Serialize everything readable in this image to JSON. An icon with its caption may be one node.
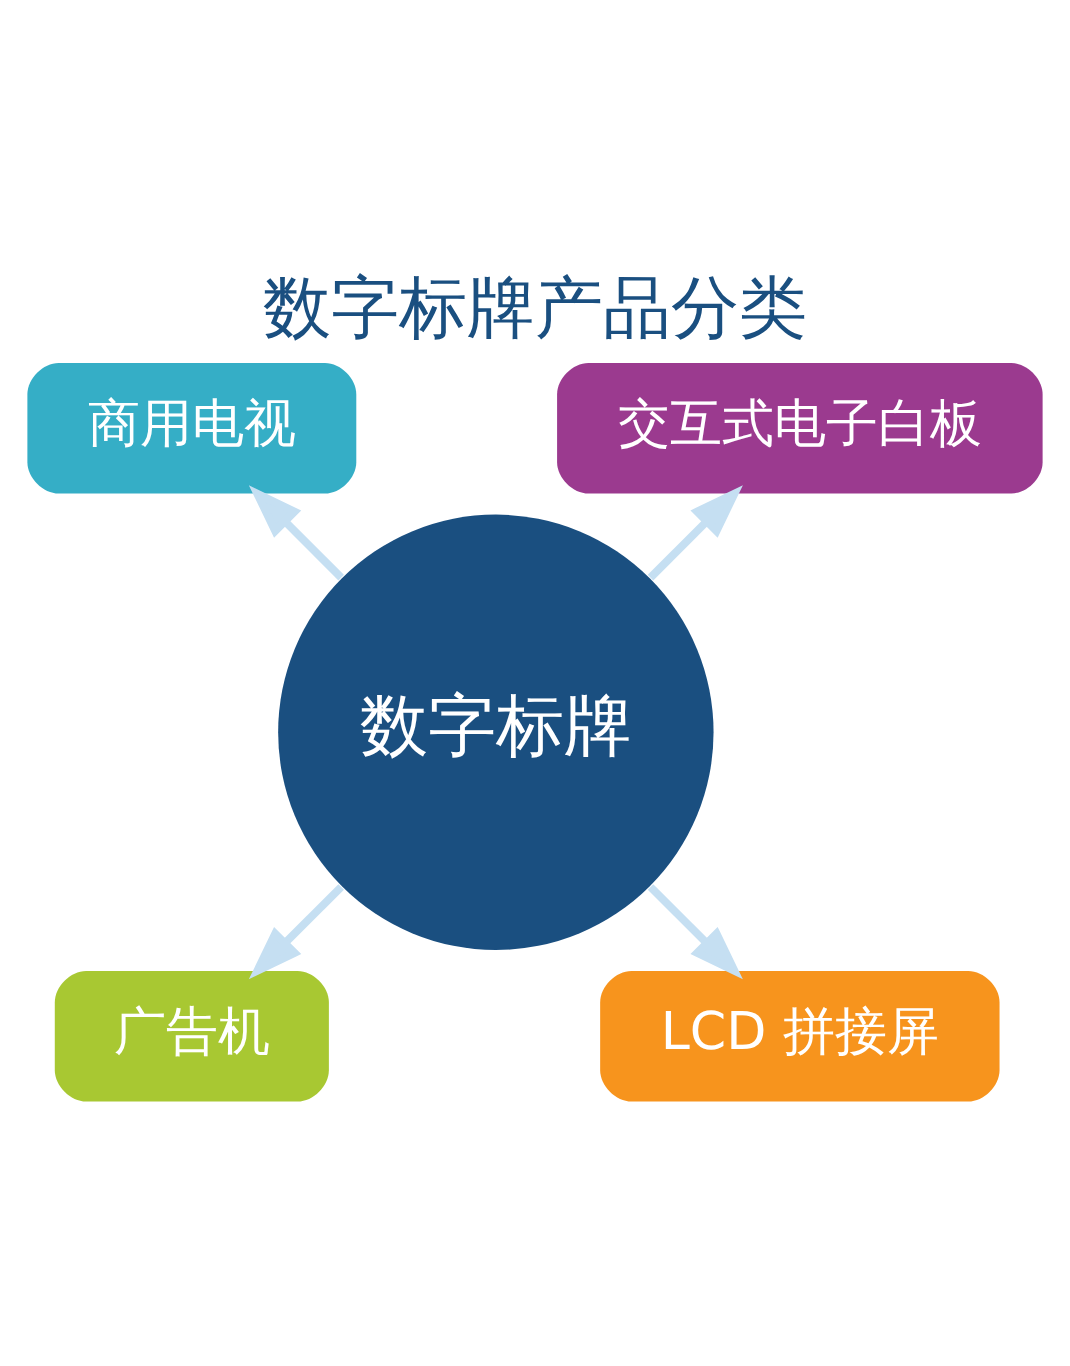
{
  "diagram": {
    "title": "数字标牌产品分类",
    "nodes": [
      {
        "text": [
          "交互式电子白板"
        ]
      },
      {
        "text": [
          "商用电视"
        ]
      },
      {
        "text": [
          "数字标牌"
        ]
      },
      {
        "text": [
          "广告机"
        ]
      },
      {
        "text": [
          "LCD 拼接屏"
        ]
      }
    ],
    "edges": [
      {
        "from": 2,
        "to": 0,
        "arrow": "to"
      },
      {
        "from": 2,
        "to": 1,
        "arrow": "to"
      },
      {
        "from": 2,
        "to": 3,
        "arrow": "to"
      },
      {
        "from": 2,
        "to": 4,
        "arrow": "to"
      }
    ]
  }
}
